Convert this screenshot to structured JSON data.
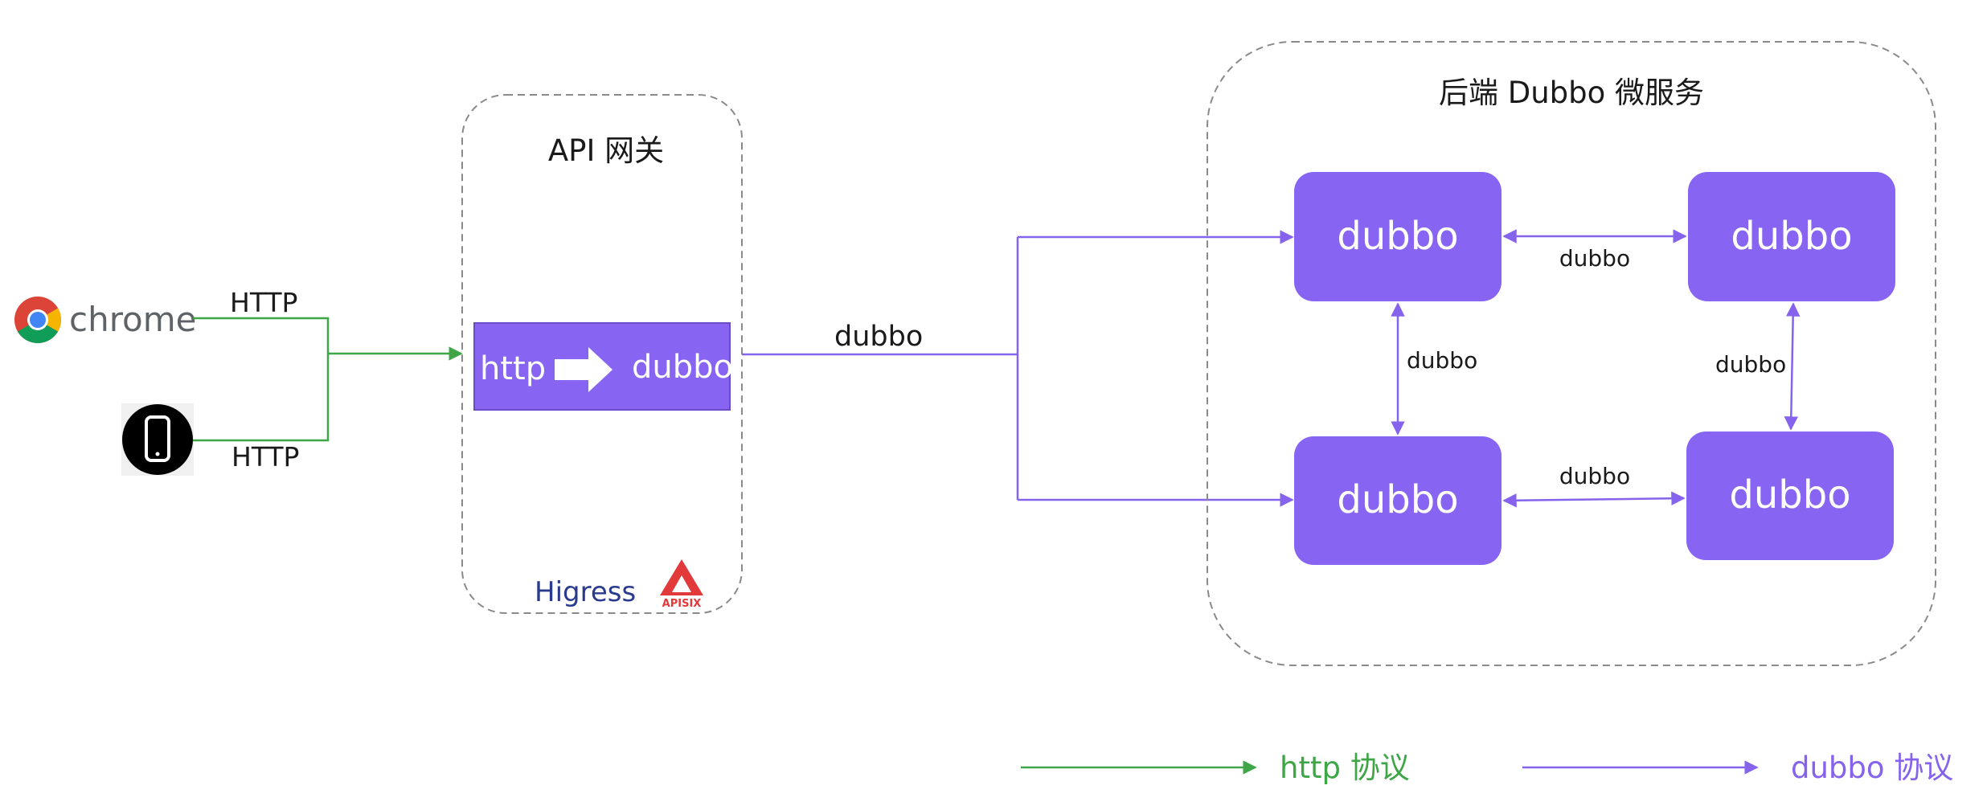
{
  "clients": {
    "browser_label": "chrome",
    "browser_icon": "chrome-icon",
    "mobile_icon": "mobile-phone-icon",
    "http_label_top": "HTTP",
    "http_label_bottom": "HTTP"
  },
  "gateway": {
    "title": "API 网关",
    "converter": {
      "from": "http",
      "to": "dubbo"
    },
    "logos": {
      "higress": "Higress",
      "apisix": "APISIX"
    }
  },
  "link_label": "dubbo",
  "backend": {
    "title": "后端 Dubbo 微服务",
    "nodes": [
      "dubbo",
      "dubbo",
      "dubbo",
      "dubbo"
    ],
    "edges": [
      "dubbo",
      "dubbo",
      "dubbo",
      "dubbo"
    ]
  },
  "legend": {
    "http": "http 协议",
    "dubbo": "dubbo 协议"
  },
  "colors": {
    "http": "#3fa648",
    "dubbo": "#8563ec",
    "node": "#8765f2",
    "border": "#8a8a8a"
  }
}
